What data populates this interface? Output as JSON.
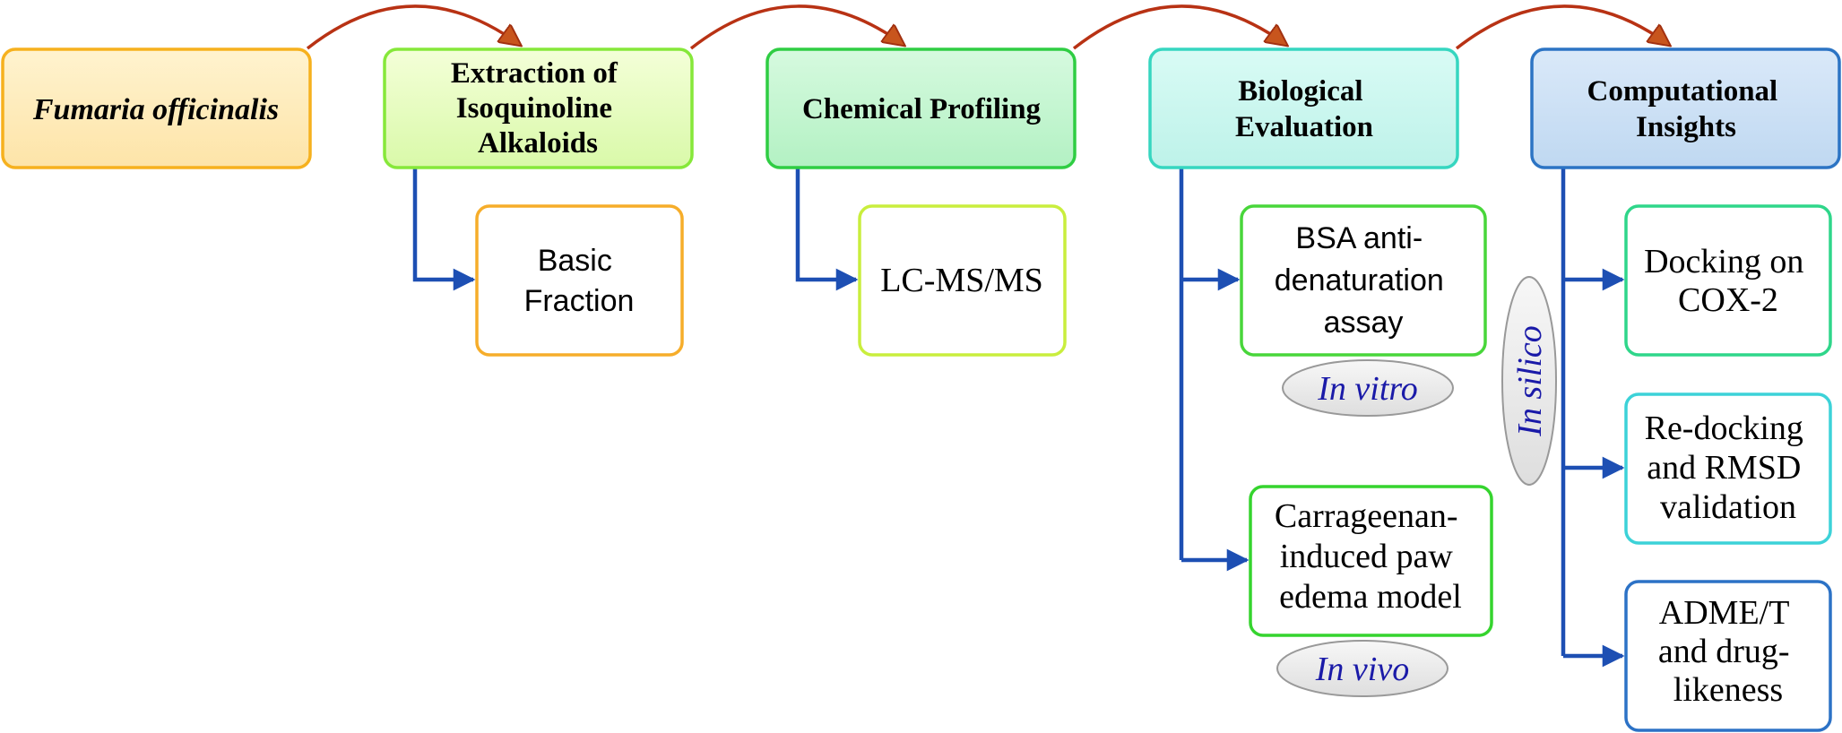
{
  "stages": {
    "plant": {
      "lines": [
        "Fumaria officinalis"
      ]
    },
    "extraction": {
      "lines": [
        "Extraction of",
        "Isoquinoline",
        "Alkaloids"
      ]
    },
    "profiling": {
      "lines": [
        "Chemical Profiling"
      ]
    },
    "biological": {
      "lines": [
        "Biological",
        "Evaluation"
      ]
    },
    "computational": {
      "lines": [
        "Computational",
        "Insights"
      ]
    }
  },
  "sub_boxes": {
    "basic_fraction": {
      "lines": [
        "Basic",
        "Fraction"
      ]
    },
    "lcms": {
      "lines": [
        "LC-MS/MS"
      ]
    },
    "bsa": {
      "lines": [
        "BSA anti-",
        "denaturation",
        "assay"
      ]
    },
    "carrageenan": {
      "lines": [
        "Carrageenan-",
        "induced paw",
        "edema model"
      ]
    },
    "docking": {
      "lines": [
        "Docking on",
        "COX-2"
      ]
    },
    "redocking": {
      "lines": [
        "Re-docking",
        "and RMSD",
        "validation"
      ]
    },
    "admet": {
      "lines": [
        "ADME/T",
        "and drug-",
        "likeness"
      ]
    }
  },
  "labels": {
    "in_vitro": "In vitro",
    "in_vivo": "In vivo",
    "in_silico": "In silico"
  },
  "colors": {
    "connector": "#1d4fb3",
    "flow_arrow": "#b83214",
    "label_text": "#1a1aa8",
    "ellipse_fill": "#ececec",
    "ellipse_stroke": "#999999"
  }
}
